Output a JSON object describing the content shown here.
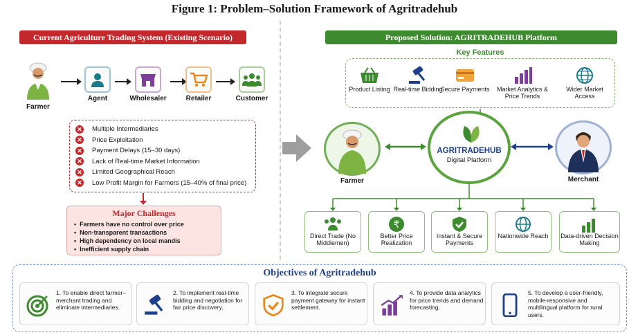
{
  "title": "Figure 1: Problem–Solution Framework of Agritradehub",
  "left": {
    "header": "Current Agriculture Trading System (Existing Scenario)",
    "chain": [
      {
        "label": "Farmer",
        "icon": "farmer-icon"
      },
      {
        "label": "Agent",
        "icon": "person-icon"
      },
      {
        "label": "Wholesaler",
        "icon": "store-icon"
      },
      {
        "label": "Retailer",
        "icon": "cart-icon"
      },
      {
        "label": "Customer",
        "icon": "group-icon"
      }
    ],
    "issues": [
      "Multiple Intermediaries",
      "Price Exploitation",
      "Payment Delays (15–30 days)",
      "Lack of Real-time Market Information",
      "Limited Geographical Reach",
      "Low Profit Margin for Farmers (15–40% of final price)"
    ],
    "challenges": {
      "title": "Major Challenges",
      "items": [
        "Farmers have no control over price",
        "Non-transparent transactions",
        "High dependency on local mandis",
        "Inefficient supply chain"
      ]
    }
  },
  "right": {
    "header": "Proposed Solution: AGRITRADEHUB Platform",
    "key_features_title": "Key Features",
    "features": [
      {
        "label": "Product Listing",
        "icon": "basket-icon"
      },
      {
        "label": "Real-time Bidding",
        "icon": "gavel-icon"
      },
      {
        "label": "Secure Payments",
        "icon": "card-icon"
      },
      {
        "label": "Market Analytics & Price Trends",
        "icon": "bar-chart-icon"
      },
      {
        "label": "Wider Market Access",
        "icon": "globe-icon"
      }
    ],
    "hub": {
      "name": "AGRITRADEHUB",
      "subtitle": "Digital Platform"
    },
    "farmer_label": "Farmer",
    "merchant_label": "Merchant",
    "benefits": [
      {
        "label": "Direct Trade (No Middlemen)",
        "icon": "group-icon"
      },
      {
        "label": "Better Price Realization",
        "icon": "rupee-icon"
      },
      {
        "label": "Instant & Secure Payments",
        "icon": "shield-check-icon"
      },
      {
        "label": "Nationwide Reach",
        "icon": "globe-icon"
      },
      {
        "label": "Data-driven Decision Making",
        "icon": "bar-chart-icon"
      }
    ]
  },
  "objectives": {
    "title": "Objectives of Agritradehub",
    "items": [
      {
        "text": "1. To enable direct farmer–merchant trading and eliminate intermediaries.",
        "icon": "target-icon"
      },
      {
        "text": "2. To implement real-time bidding and negotiation for fair price discovery.",
        "icon": "gavel-icon"
      },
      {
        "text": "3. To integrate secure payment gateway for instant settlement.",
        "icon": "shield-check-icon"
      },
      {
        "text": "4. To provide data analytics for price trends and demand forecasting.",
        "icon": "growth-chart-icon"
      },
      {
        "text": "5. To develop a user-friendly, mobile-responsive and multilingual platform for rural users.",
        "icon": "phone-icon"
      }
    ]
  },
  "colors": {
    "red": "#c3282d",
    "green": "#3d8b2f",
    "blue": "#1e3f8a",
    "teal": "#1a7a8c"
  }
}
